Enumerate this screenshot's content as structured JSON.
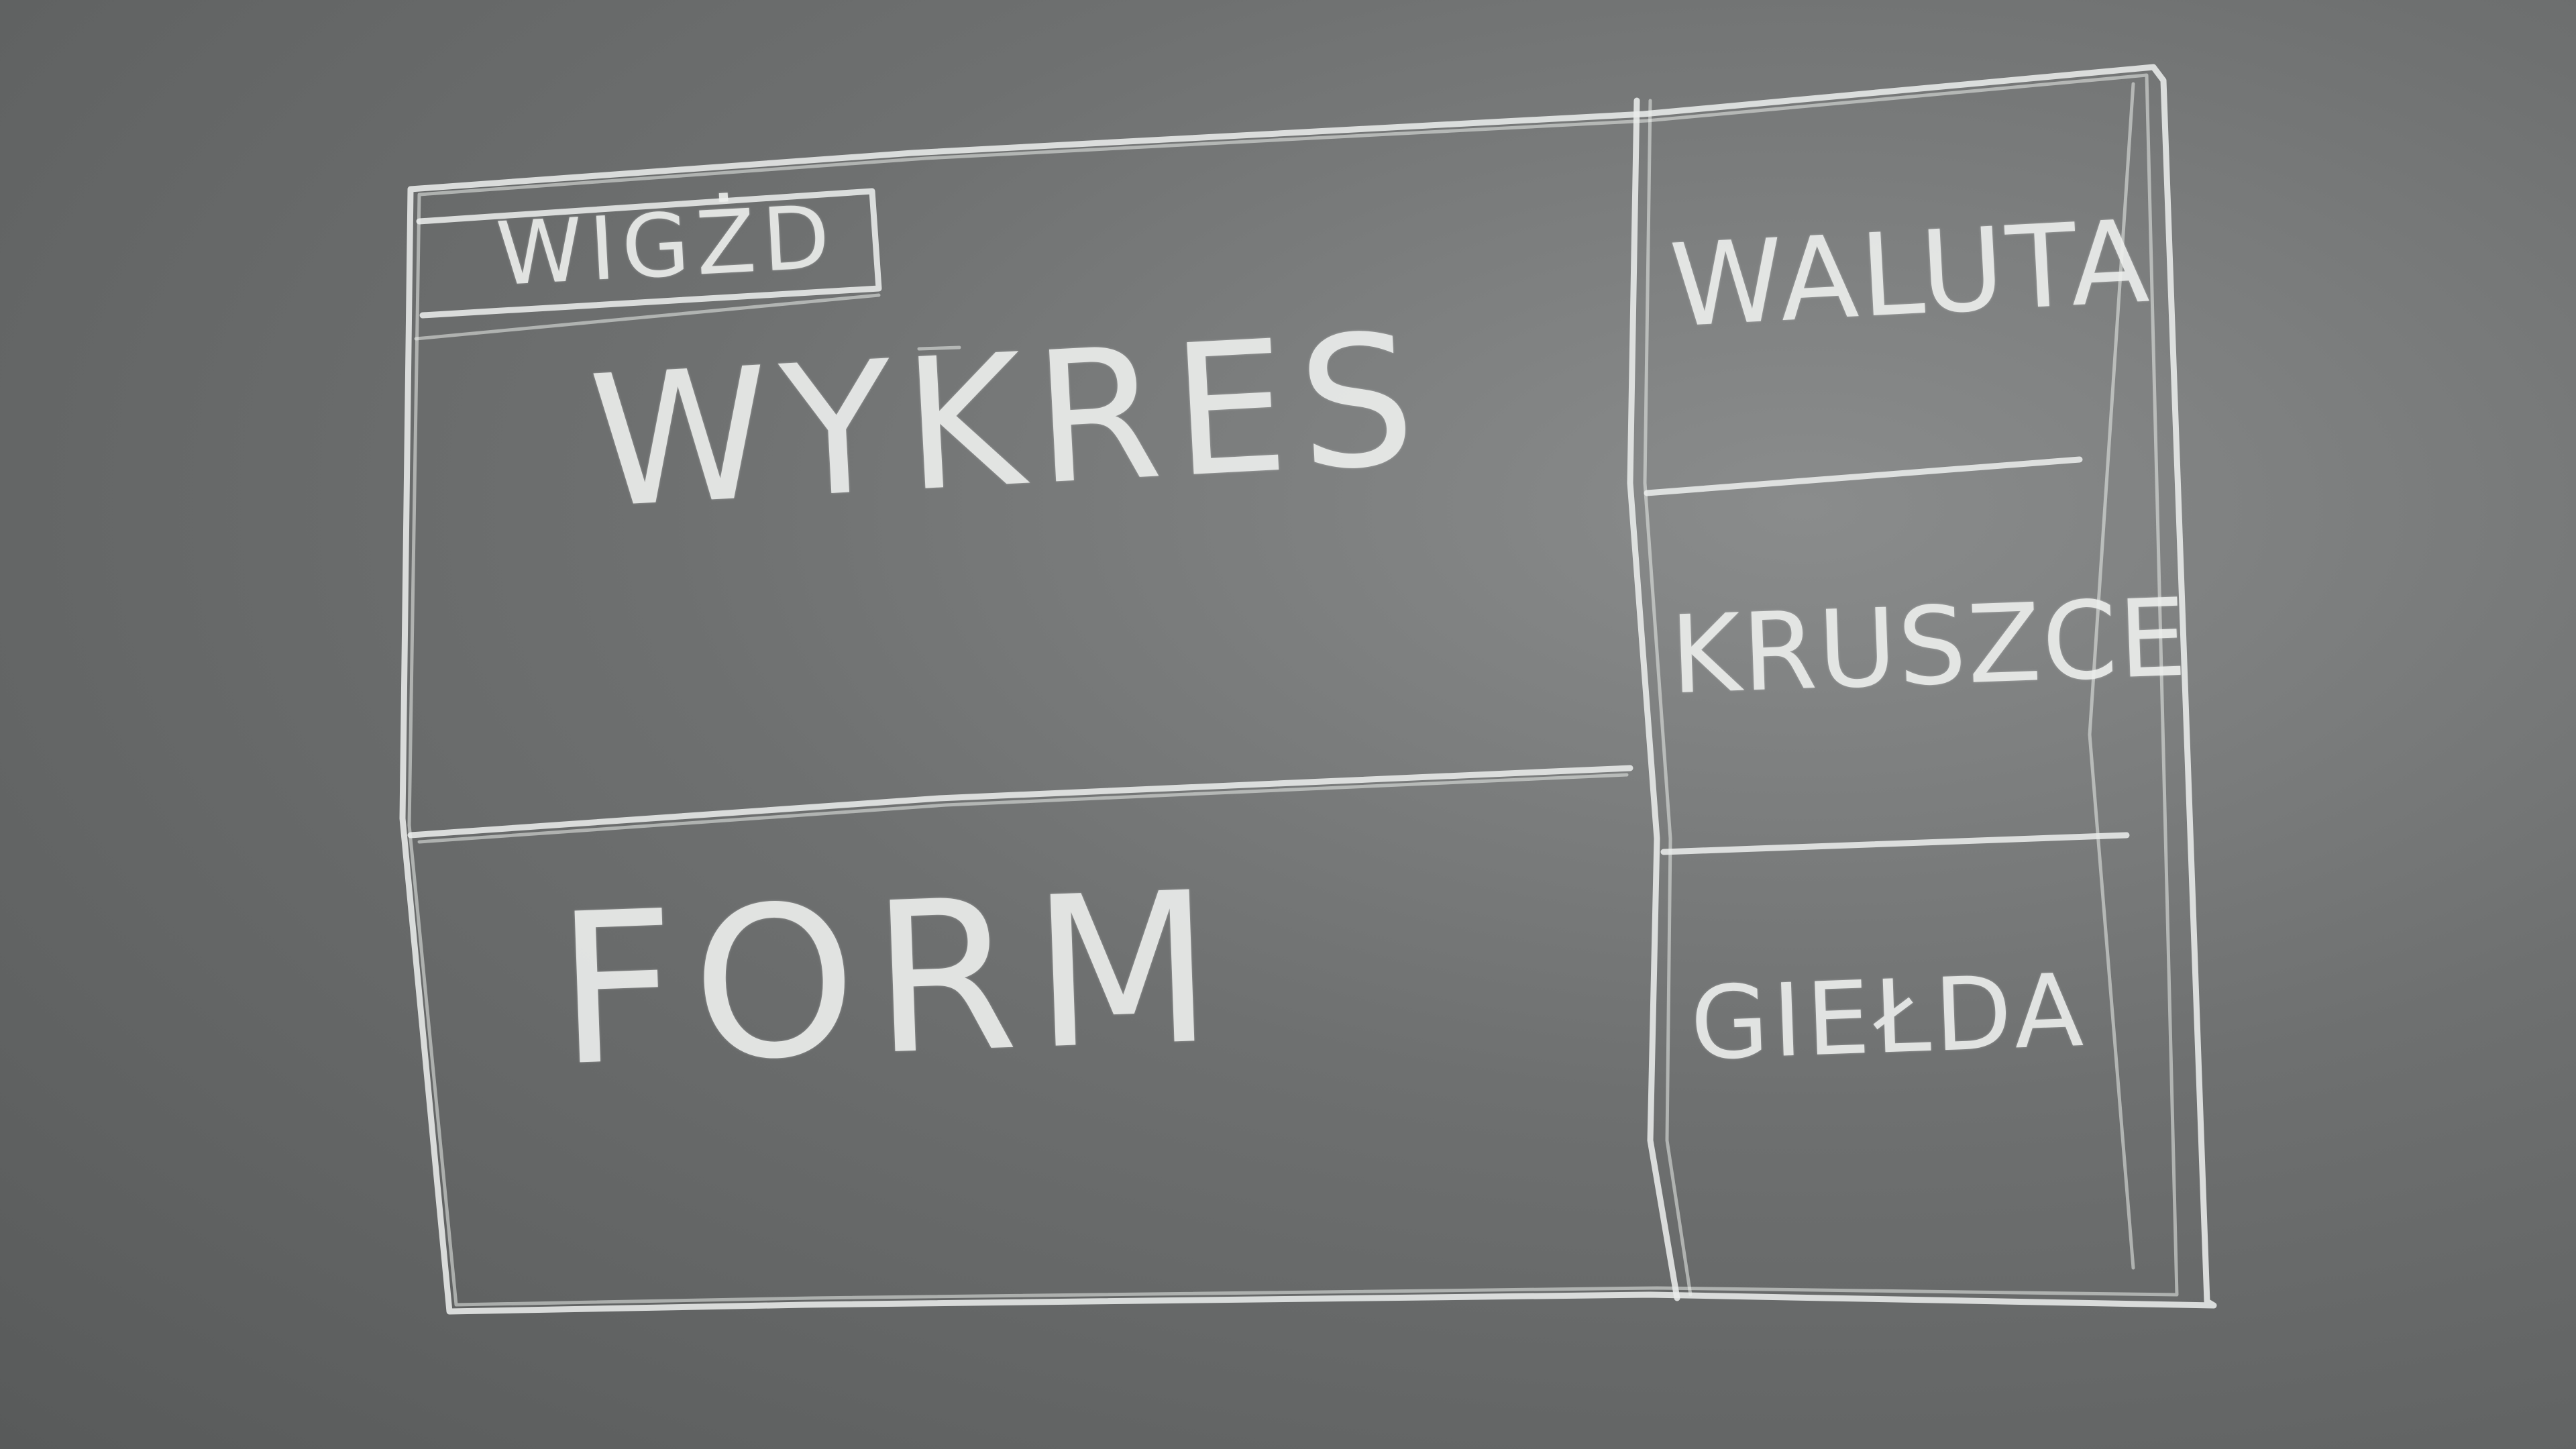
{
  "board": {
    "background_color": "#6e7070",
    "chalk_color": "#e9ecea"
  },
  "sketch": {
    "widget_tab": "WIGŻD",
    "chart_panel": "WYKRES",
    "form_panel": "FORM",
    "sidebar": {
      "items": [
        {
          "label": "WALUTA"
        },
        {
          "label": "KRUSZCE"
        },
        {
          "label": "GIEŁDA"
        }
      ]
    }
  }
}
